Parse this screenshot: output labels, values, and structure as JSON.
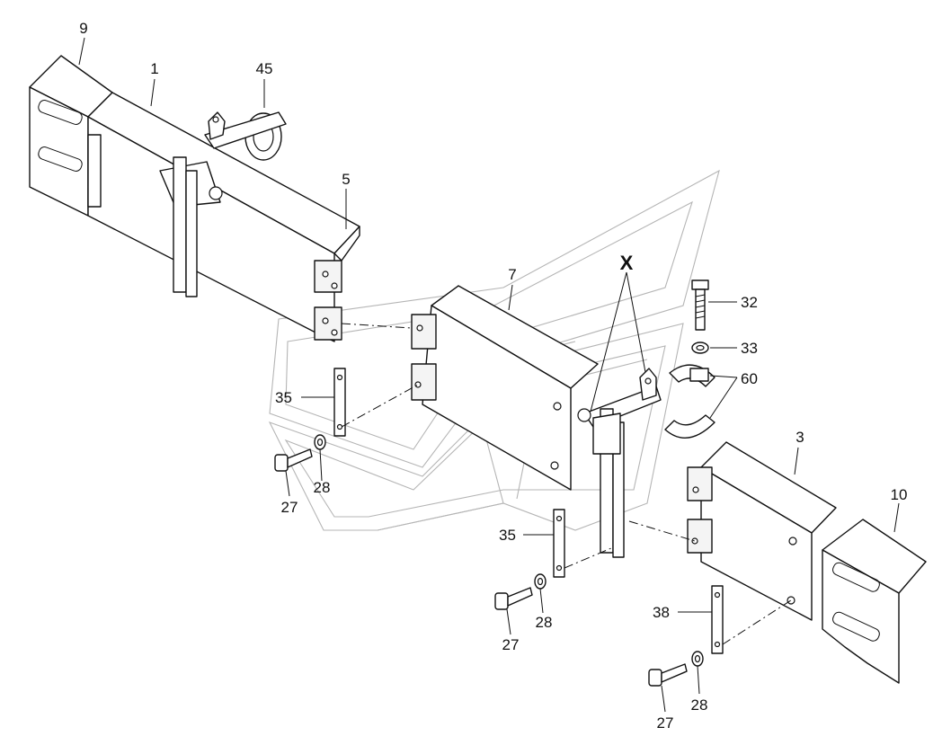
{
  "callouts": {
    "c9": "9",
    "c1": "1",
    "c45": "45",
    "c5": "5",
    "c7": "7",
    "cx": "X",
    "c32": "32",
    "c33": "33",
    "c60": "60",
    "c35a": "35",
    "c27a": "27",
    "c28a": "28",
    "c3": "3",
    "c10": "10",
    "c35b": "35",
    "c28b": "28",
    "c27b": "27",
    "c38": "38",
    "c28c": "28",
    "c27c": "27"
  },
  "icons": {
    "watermark": "watermark-logo-icon"
  }
}
